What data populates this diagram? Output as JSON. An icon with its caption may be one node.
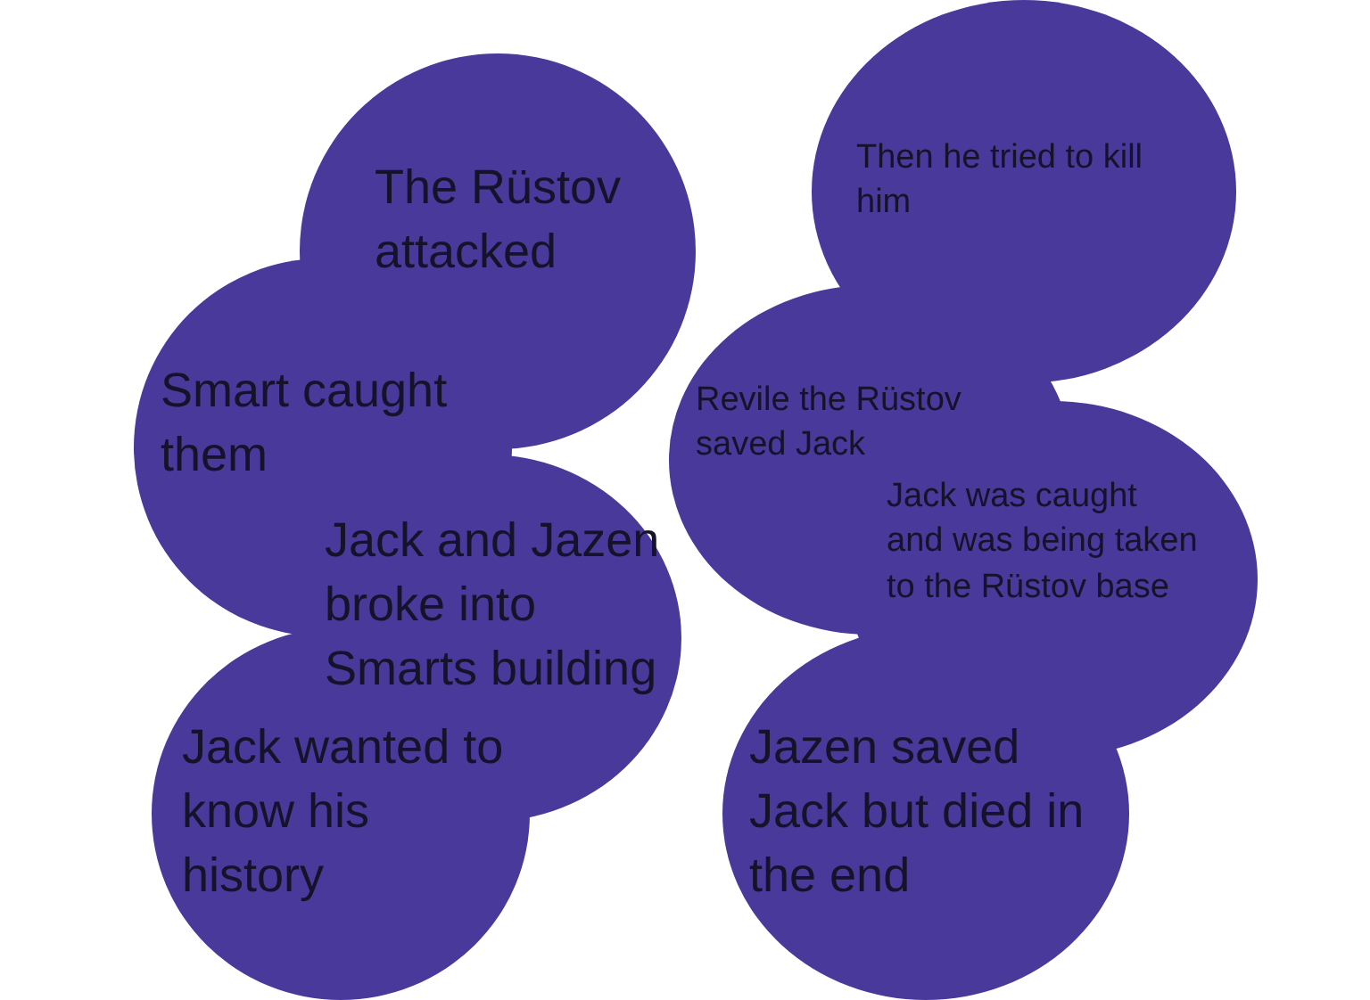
{
  "diagram": {
    "nodes": [
      {
        "text": [
          "The Rüstov attacked"
        ]
      },
      {
        "text": [
          "Smart caught them"
        ]
      },
      {
        "text": [
          "Jack and Jazen broke into Smarts building"
        ]
      },
      {
        "text": [
          "Jack wanted to know his history"
        ]
      },
      {
        "text": [
          "Then he tried to kill him"
        ]
      },
      {
        "text": [
          "Revile the Rüstov saved Jack"
        ]
      },
      {
        "text": [
          "Jack was caught and was being taken to the Rüstov base"
        ]
      },
      {
        "text": [
          "Jazen saved Jack but died in the end"
        ]
      }
    ]
  }
}
